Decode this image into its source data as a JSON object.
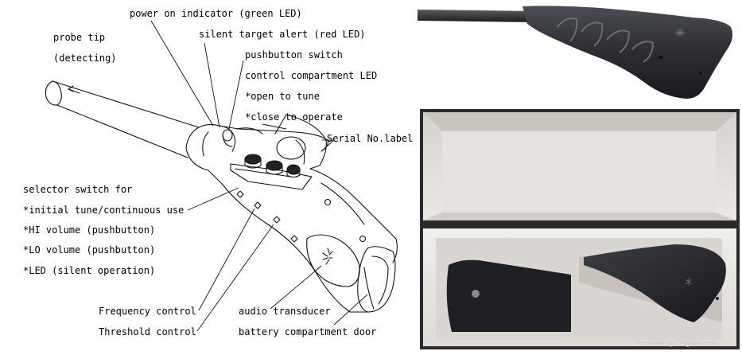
{
  "labels": {
    "power_on": "power on indicator (green LED)",
    "silent_alert": "silent target alert (red LED)",
    "probe_tip": "probe tip",
    "detecting": "(detecting)",
    "pushbutton": "pushbutton switch",
    "compartment_led": "control compartment LED",
    "open_to_tune": "*open to tune",
    "close_to_operate": "*close to operate",
    "serial_label": "Serial No.label",
    "selector_switch": "selector switch for",
    "initial_tune": "*initial tune/continuous use",
    "hi_volume": "*HI volume (pushbutton)",
    "lo_volume": "*LO volume (pushbutton)",
    "led_silent": "*LED (silent operation)",
    "frequency_control": "Frequency control",
    "audio_transducer": "audio transducer",
    "threshold_control": "Threshold control",
    "battery_door": "battery compartment door"
  },
  "watermark": "Powered by DHgate.com",
  "colors": {
    "device_dark": "#2a2c30",
    "box_cardboard": "#e8e6e3",
    "box_shadow": "#b9b4ae"
  }
}
